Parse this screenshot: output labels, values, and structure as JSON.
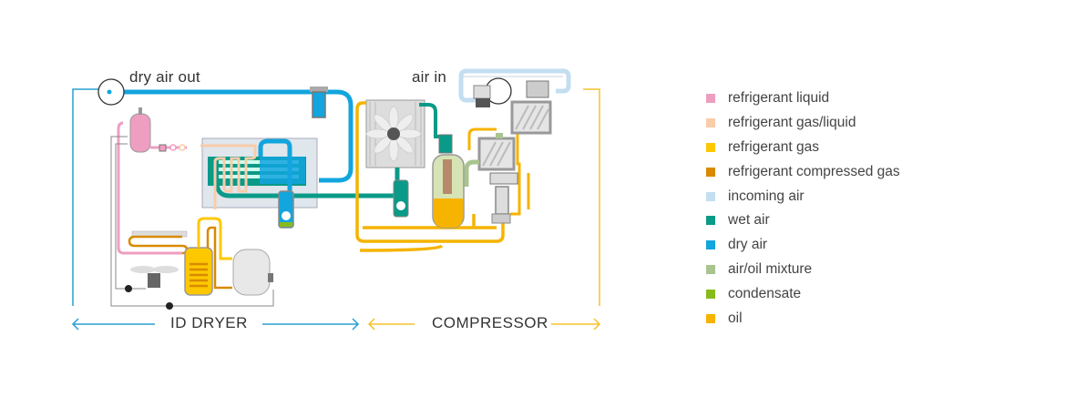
{
  "diagram": {
    "title": "Compressor with integrated refrigeration dryer",
    "labels": {
      "dry_air_out": "dry air out",
      "air_in": "air in"
    },
    "sections": [
      {
        "name": "ID DRYER",
        "color": "#2a9fd0"
      },
      {
        "name": "COMPRESSOR",
        "color": "#f5c22c"
      }
    ]
  },
  "legend": {
    "items": [
      {
        "label": "refrigerant liquid",
        "color": "#ee9ec0"
      },
      {
        "label": "refrigerant gas/liquid",
        "color": "#f9ccaa"
      },
      {
        "label": "refrigerant gas",
        "color": "#fdc800"
      },
      {
        "label": "refrigerant compressed gas",
        "color": "#d98a00"
      },
      {
        "label": "incoming air",
        "color": "#c3def1"
      },
      {
        "label": "wet air",
        "color": "#0a9a88"
      },
      {
        "label": "dry air",
        "color": "#12a5de"
      },
      {
        "label": "air/oil mixture",
        "color": "#a9c48f"
      },
      {
        "label": "condensate",
        "color": "#86bb1c"
      },
      {
        "label": "oil",
        "color": "#f6b300"
      }
    ]
  }
}
